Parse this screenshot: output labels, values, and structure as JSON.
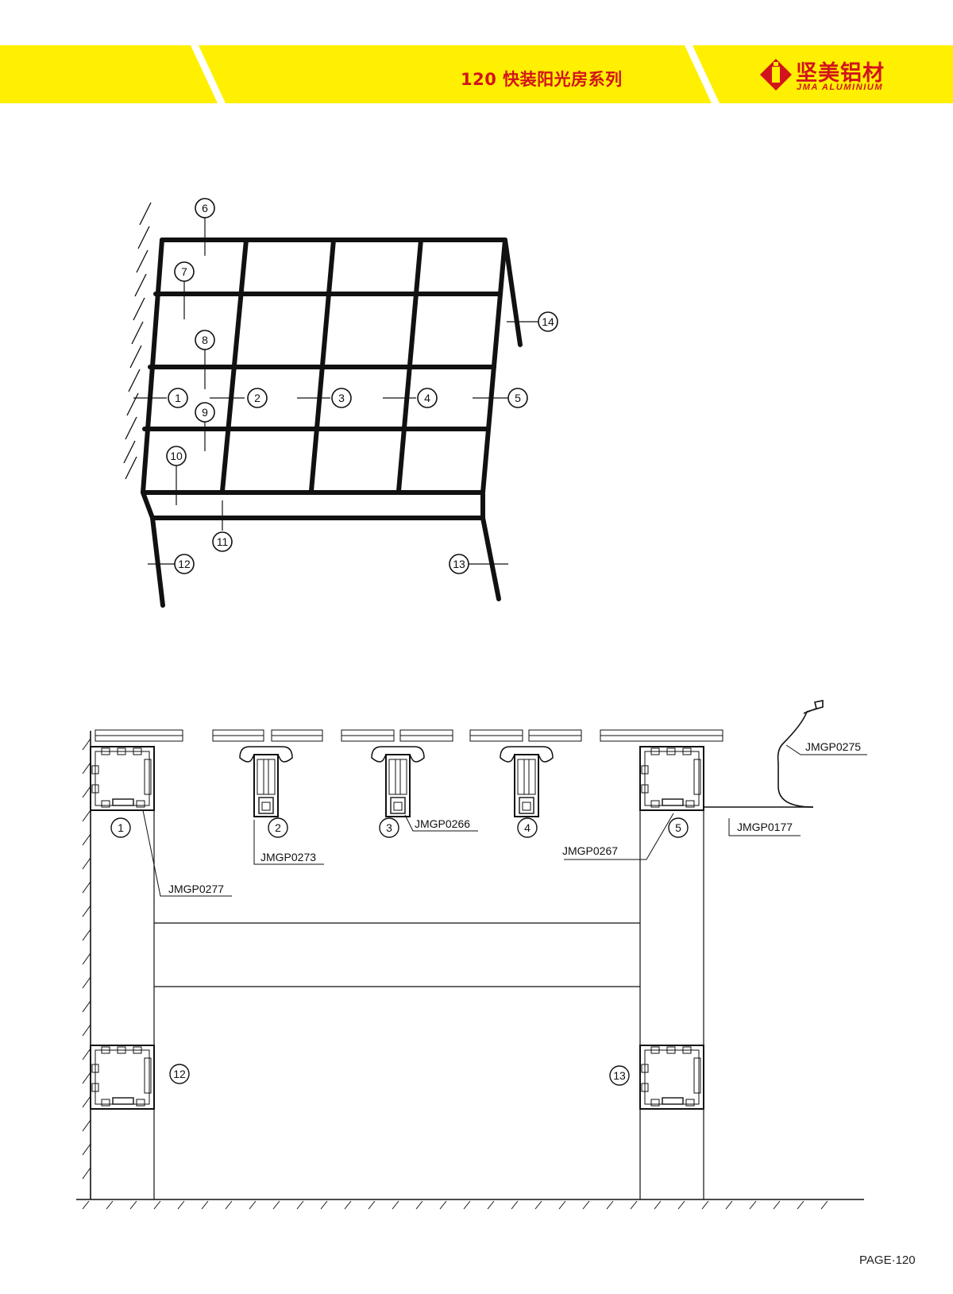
{
  "header": {
    "title": "120 快装阳光房系列",
    "brand_cn": "坚美铝材",
    "brand_en": "JMA ALUMINIUM",
    "colors": {
      "band": "#ffef00",
      "brand": "#d2141c"
    }
  },
  "isometric": {
    "callouts": [
      "1",
      "2",
      "3",
      "4",
      "5",
      "6",
      "7",
      "8",
      "9",
      "10",
      "11",
      "12",
      "13",
      "14"
    ]
  },
  "section": {
    "callouts": [
      "1",
      "2",
      "3",
      "4",
      "5",
      "12",
      "13"
    ],
    "part_codes": {
      "c1": "JMGP0277",
      "c2": "JMGP0273",
      "c3": "JMGP0266",
      "c5": "JMGP0267",
      "gutter": "JMGP0275",
      "flash": "JMGP0177"
    }
  },
  "footer": {
    "page": "PAGE·120"
  }
}
